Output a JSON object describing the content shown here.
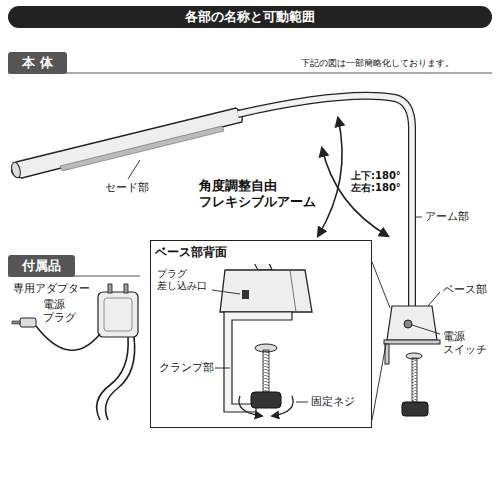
{
  "diagram": {
    "title": "各部の名称と可動範囲",
    "nodes": [
      {
        "text": [
          "本 体"
        ]
      },
      {
        "text": [
          "付属品"
        ]
      },
      {
        "text": [
          "ベース部背面"
        ]
      }
    ],
    "labels": [
      "下記の図は一部簡略化しております。",
      "セード部",
      "角度調整自由 フレキシブルアーム",
      "上下:180° 左右:180°",
      "アーム部",
      "ベース部",
      "電源 スイッチ",
      "専用アダプター",
      "電源 プラグ",
      "プラグ 差し込み口",
      "クランプ部",
      "固定ネジ"
    ]
  }
}
